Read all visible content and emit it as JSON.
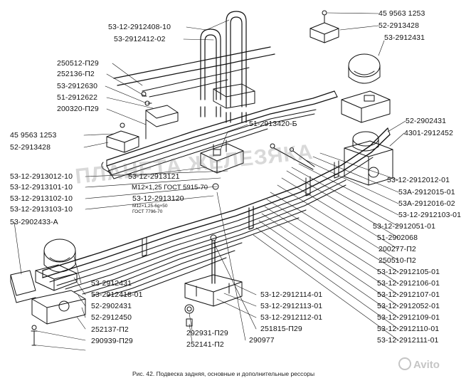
{
  "caption": "Рис. 42. Подвеска задняя, основные и дополнительные рессоры",
  "watermark": "ПЛАНЕТА ЖЕЛЕЗЯКА",
  "brand": "Avito",
  "callouts": {
    "m12_top": "M12×1,25 ГОСТ 5915-70",
    "m12_bottom_a": "M12×1,25-6g×50",
    "m12_bottom_b": "ГОСТ 7796-70"
  },
  "labels": {
    "p45_9563_1253_top": "45 9563 1253",
    "p52_2913428_top": "52-2913428",
    "p53_2912431_top": "53-2912431",
    "p53_12_2912408_10": "53-12-2912408-10",
    "p53_2912412_02": "53-2912412-02",
    "p250512_p29": "250512-П29",
    "p252136_p2": "252136-П2",
    "p53_2912630": "53-2912630",
    "p51_2912622": "51-2912622",
    "p200320_p29": "200320-П29",
    "p45_9563_1253_left": "45 9563 1253",
    "p52_2913428_left": "52-2913428",
    "p51_2913420_b": "51-2913420-Б",
    "p52_2902431_right": "52-2902431",
    "p4301_2912452": "4301-2912452",
    "p53_12_2913012_10": "53-12-2913012-10",
    "p53_12_2913101_10": "53-12-2913101-10",
    "p53_12_2913102_10": "53-12-2913102-10",
    "p53_12_2913103_10": "53-12-2913103-10",
    "p53_12_2913121": "53-12-2913121",
    "p53_12_2913120": "53-12-2913120",
    "p53_12_2912012_01": "53-12-2912012-01",
    "p53a_2912015_01": "53А-2912015-01",
    "p53a_2912016_02": "53А-2912016-02",
    "p53_12_2912103_01": "53-12-2912103-01",
    "p53_12_2912051_01": "53-12-2912051-01",
    "p51_2902068": "51-2902068",
    "p200277_p2": "200277-П2",
    "p250510_p2": "250510-П2",
    "p53_12_2912105_01": "53-12-2912105-01",
    "p53_12_2912106_01": "53-12-2912106-01",
    "p53_12_2912107_01": "53-12-2912107-01",
    "p53_12_2912052_01": "53-12-2912052-01",
    "p53_12_2912109_01": "53-12-2912109-01",
    "p53_12_2912110_01": "53-12-2912110-01",
    "p53_12_2912111_01": "53-12-2912111-01",
    "p53_2902433_a": "53-2902433-А",
    "p53_2912431_bottom": "53-2912431",
    "p53_2912418_01": "53-2912418-01",
    "p52_2902431_bottom": "52-2902431",
    "p52_2912450": "52-2912450",
    "p252137_p2": "252137-П2",
    "p290939_p29": "290939-П29",
    "p53_12_2912114_01": "53-12-2912114-01",
    "p53_12_2912113_01": "53-12-2912113-01",
    "p53_12_2912112_01": "53-12-2912112-01",
    "p251815_p29": "251815-П29",
    "p290977": "290977",
    "p292931_p29": "292931-П29",
    "p252141_p2": "252141-П2"
  }
}
